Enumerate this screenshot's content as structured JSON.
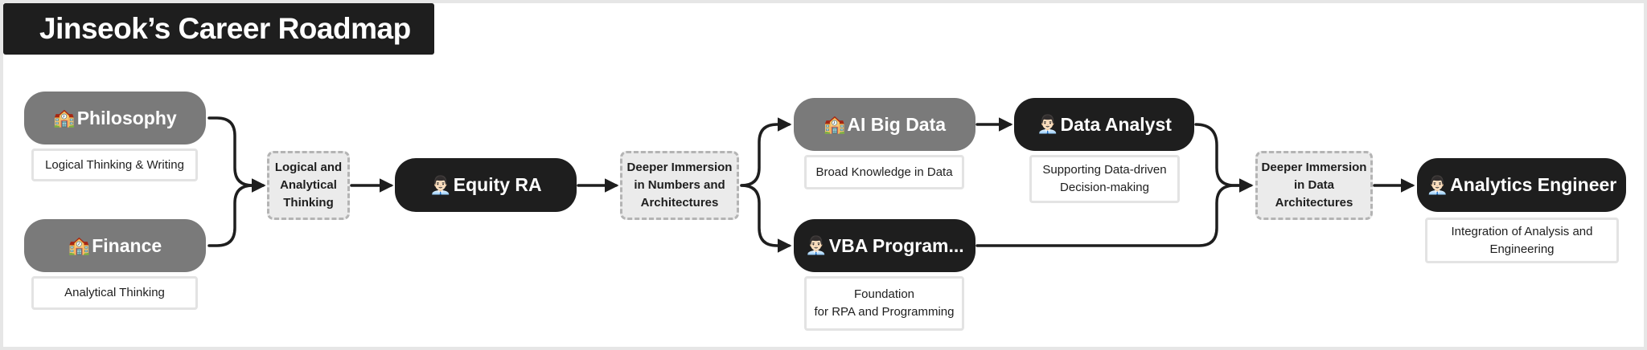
{
  "title": "Jinseok’s Career Roadmap",
  "nodes": {
    "philosophy": {
      "emoji": "🏫",
      "label": "Philosophy"
    },
    "finance": {
      "emoji": "🏫",
      "label": "Finance"
    },
    "equity_ra": {
      "emoji": "👨🏻‍💼",
      "label": "Equity RA"
    },
    "ai_big_data": {
      "emoji": "🏫",
      "label": "AI Big Data"
    },
    "vba_programmer": {
      "emoji": "👨🏻‍💼",
      "label": "VBA Program..."
    },
    "data_analyst": {
      "emoji": "👨🏻‍💼",
      "label": "Data Analyst"
    },
    "analytics_engineer": {
      "emoji": "👨🏻‍💼",
      "label": "Analytics Engineer"
    }
  },
  "junctions": {
    "logical": "Logical and\nAnalytical\nThinking",
    "numbers": "Deeper Immersion\nin Numbers and\nArchitectures",
    "data_arch": "Deeper Immersion\nin Data\nArchitectures"
  },
  "notes": {
    "philosophy": "Logical Thinking & Writing",
    "finance": "Analytical Thinking",
    "ai_big_data": "Broad Knowledge in Data",
    "vba": "Foundation\nfor RPA and Programming",
    "data_analyst": "Supporting Data-driven\nDecision-making",
    "analytics_engineer": "Integration of Analysis and\nEngineering"
  },
  "colors": {
    "dark_node": "#1e1e1e",
    "gray_node": "#7a7a7a",
    "junction_fill": "#ebebeb",
    "junction_border": "#b4b4b4",
    "edge": "#1e1e1e"
  }
}
